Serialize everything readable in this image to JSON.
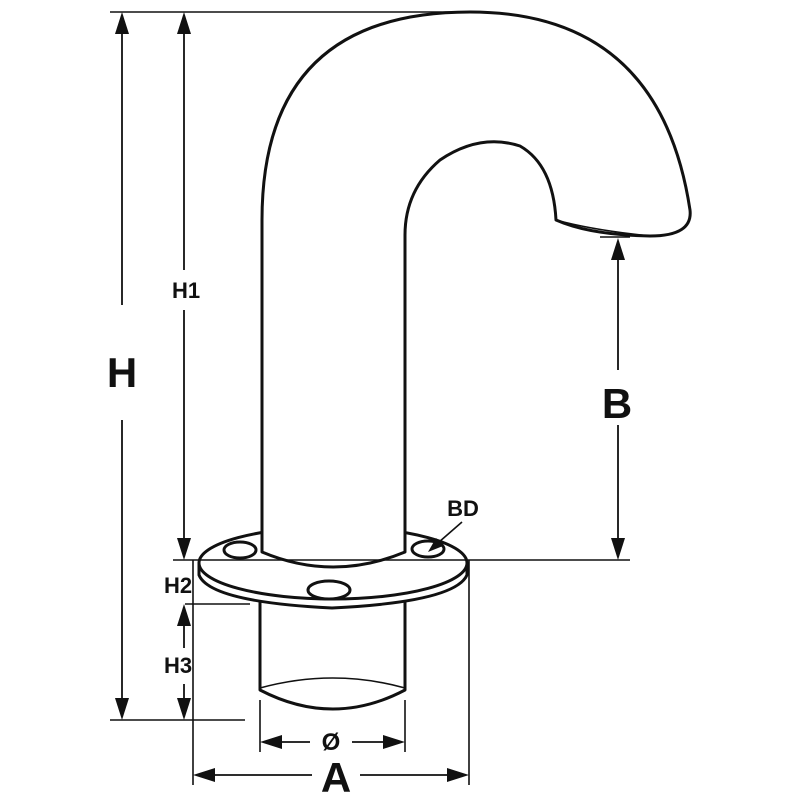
{
  "labels": {
    "H": "H",
    "H1": "H1",
    "H2": "H2",
    "H3": "H3",
    "B": "B",
    "BD": "BD",
    "diameter": "Ø",
    "A": "A"
  },
  "colors": {
    "line": "#111111",
    "background": "#ffffff"
  }
}
